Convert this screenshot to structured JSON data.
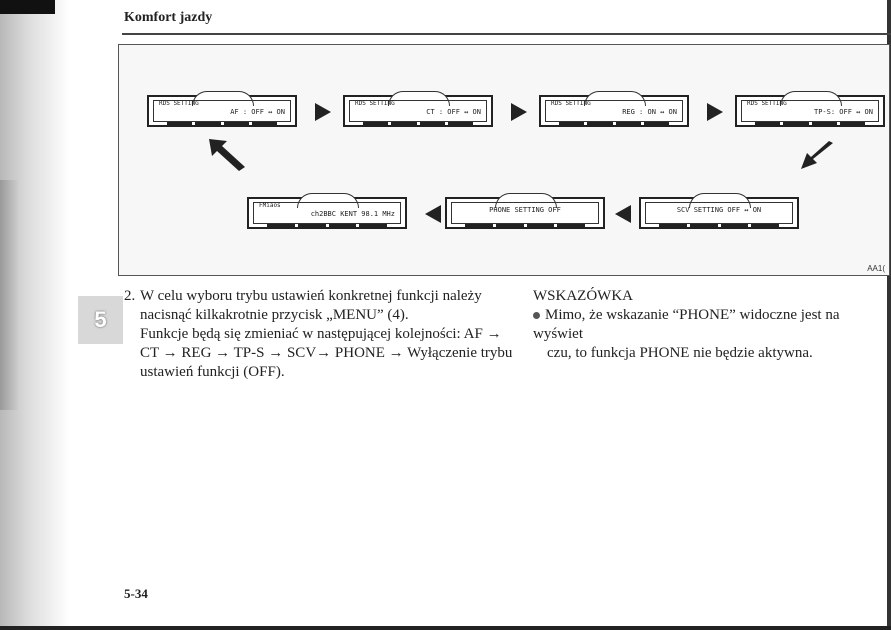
{
  "header": {
    "title": "Komfort jazdy"
  },
  "chapter": {
    "number": "5"
  },
  "diagram": {
    "code": "AA1(",
    "displays": [
      {
        "line1": "RDS SETTING",
        "line2": "AF : OFF ↔ ON"
      },
      {
        "line1": "RDS SETTING",
        "line2": "CT : OFF ↔ ON"
      },
      {
        "line1": "RDS SETTING",
        "line2": "REG : ON ↔ ON"
      },
      {
        "line1": "RDS SETTING",
        "line2": "TP-S: OFF ↔ ON"
      },
      {
        "line1": "",
        "line2": "SCV SETTING OFF ↔ ON"
      },
      {
        "line1": "",
        "line2": "PHONE SETTING OFF"
      },
      {
        "line1": "FMiaos",
        "line2": "ch2BBC KENT 98.1 MHz"
      }
    ]
  },
  "left": {
    "number": "2.",
    "line1": "W celu wyboru trybu ustawień konkretnej funkcji należy",
    "line2": "nacisnąć kilkakrotnie przycisk „MENU” (4).",
    "line3": "Funkcje będą się zmieniać w następującej kolejności: AF →",
    "line4": "CT → REG → TP-S → SCV→ PHONE → Wyłączenie trybu",
    "line5": "ustawień funkcji (OFF)."
  },
  "right": {
    "heading": "WSKAZÓWKA",
    "line1": "Mimo, że wskazanie “PHONE” widoczne jest na wyświet",
    "line2": "czu, to funkcja PHONE nie będzie aktywna."
  },
  "footer": {
    "page": "5-34"
  }
}
